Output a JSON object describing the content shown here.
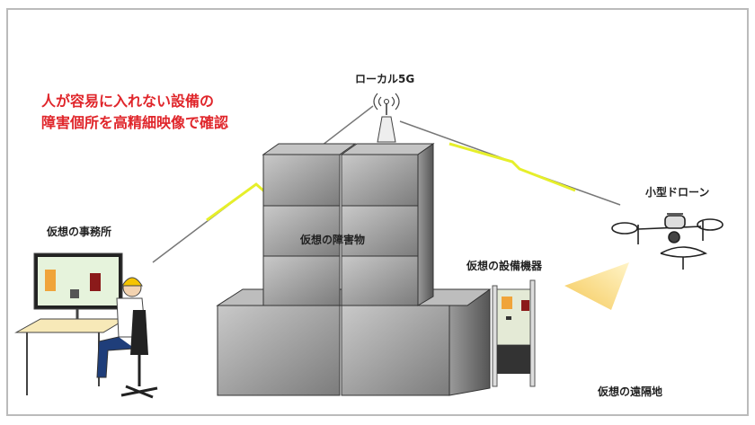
{
  "headline": {
    "line1": "人が容易に入れない設備の",
    "line2": "障害個所を高精細映像で確認"
  },
  "labels": {
    "local5g": "ローカル5G",
    "office": "仮想の事務所",
    "obstacle": "仮想の障害物",
    "equipment": "仮想の設備機器",
    "drone": "小型ドローン",
    "remote": "仮想の遠隔地"
  },
  "colors": {
    "headline": "#e0262b",
    "signal": "#e6ef2a",
    "light": "#f7d77a",
    "box": "#8a8a8a"
  }
}
